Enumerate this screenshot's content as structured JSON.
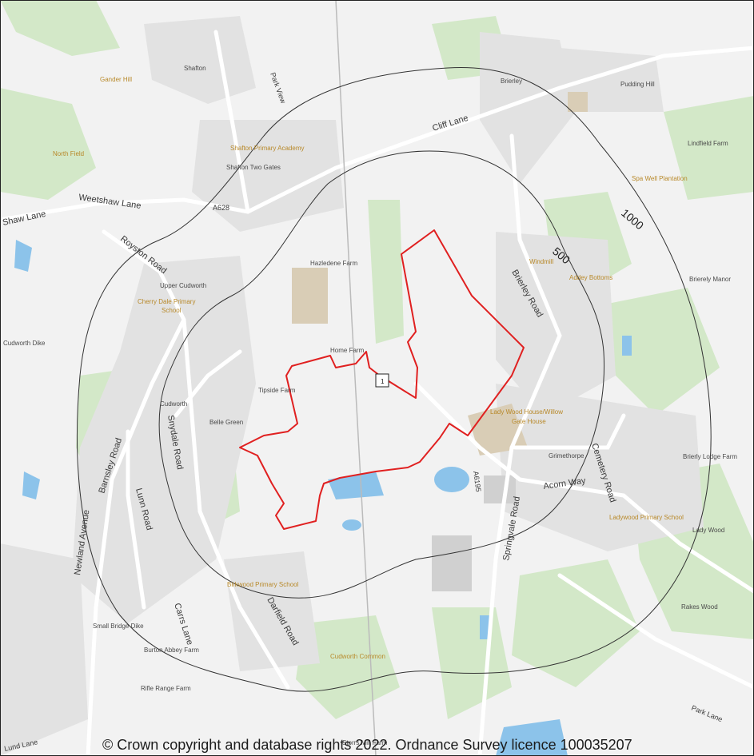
{
  "map": {
    "copyright": "© Crown copyright and database rights 2022. Ordnance Survey licence 100035207",
    "buffers": [
      {
        "label": "1000"
      },
      {
        "label": "500"
      }
    ],
    "site_marker": {
      "label": "1"
    },
    "colors": {
      "site_boundary": "#e02020",
      "buffer_ring": "#333333",
      "woodland": "#d3e8c8",
      "water": "#8cc3ea",
      "urban": "#e3e3e3",
      "background": "#f2f2f2",
      "industrial": "#d9cdb6"
    },
    "places": {
      "shafton": "Shafton",
      "gander_hill": "Gander Hill",
      "park_view": "Park View",
      "brierley": "Brierley",
      "pudding_hill": "Pudding Hill",
      "lindfield_farm": "Lindfield Farm",
      "north_field": "North Field",
      "shafton_primary": "Shafton Primary Academy",
      "shafton_two_gates": "Shafton Two Gates",
      "spa_well": "Spa Well Plantation",
      "windmill": "Windmill",
      "addey_bottoms": "Addey Bottoms",
      "brierely_manor": "Brierely Manor",
      "hazledene_farm": "Hazledene Farm",
      "upper_cudworth": "Upper Cudworth",
      "cherry_dale_1": "Cherry Dale Primary",
      "cherry_dale_2": "School",
      "cudworth_dike": "Cudworth Dike",
      "home_farm": "Home Farm",
      "tipside_farm": "Tipside Farm",
      "cudworth": "Cudworth",
      "belle_green": "Belle Green",
      "lady_wood_house_1": "Lady Wood House/Willow",
      "lady_wood_house_2": "Gate House",
      "grimethorpe": "Grimethorpe",
      "brierly_lodge": "Brierly Lodge Farm",
      "ladywood_primary": "Ladywood Primary School",
      "lady_wood": "Lady Wood",
      "birkwood_primary": "Birkwood Primary School",
      "small_bridge_dike": "Small Bridge Dike",
      "burton_abbey": "Burton Abbey Farm",
      "cudworth_common": "Cudworth Common",
      "rakes_wood": "Rakes Wood",
      "rifle_range": "Rifle Range Farm",
      "storrs_mill": "Storrs Mill Farm"
    },
    "roads": {
      "cliff_lane": "Cliff Lane",
      "shaw_lane": "Shaw Lane",
      "weetshaw_lane": "Weetshaw Lane",
      "a628": "A628",
      "royston_road": "Royston Road",
      "brierley_road": "Brierley Road",
      "barnsley_road": "Barnsley Road",
      "snydale_road": "Snydale Road",
      "newland_avenue": "Newland Avenue",
      "lunn_road": "Lunn Road",
      "a6195": "A6195",
      "springvale_road": "Springvale Road",
      "acorn_way": "Acorn Way",
      "cemetery_road": "Cemetery Road",
      "carrs_lane": "Carrs Lane",
      "darfield_road": "Darfield Road",
      "park_lane": "Park Lane",
      "lund_lane": "Lund Lane"
    }
  }
}
